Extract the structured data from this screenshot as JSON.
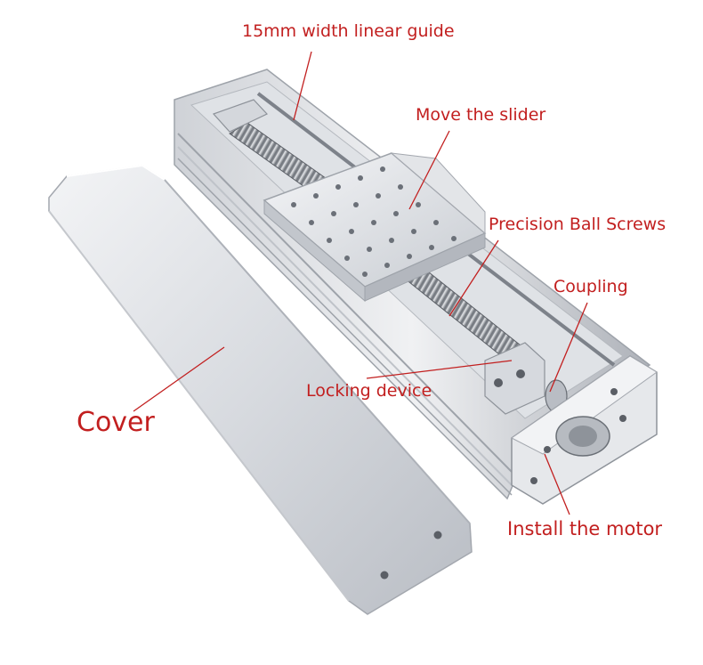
{
  "labels": {
    "linear_guide": "15mm width linear guide",
    "slider": "Move the slider",
    "ball_screws": "Precision Ball Screws",
    "coupling": "Coupling",
    "locking_device": "Locking device",
    "cover": "Cover",
    "motor": "Install the motor"
  },
  "colors": {
    "label_text": "#c21f1f",
    "leader_line": "#c21f1f",
    "aluminum_light": "#e8eaed",
    "aluminum_mid": "#c9ccd1",
    "aluminum_dark": "#9ea3aa",
    "screw_dark": "#5b5f66"
  }
}
